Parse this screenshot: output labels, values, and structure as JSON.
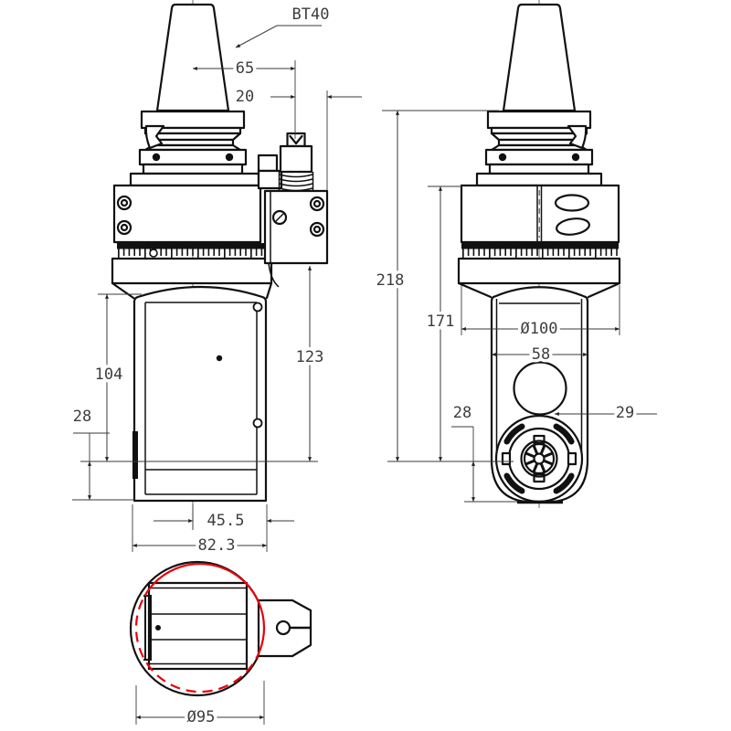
{
  "drawing": {
    "kind": "engineering-drawing",
    "colors": {
      "outline": "#111111",
      "dimension_text": "#3d3d3d",
      "accent_red": "#e8000a",
      "background": "#ffffff"
    },
    "front_view": {
      "taper_label": "BT40",
      "dims": {
        "d65": "65",
        "d20": "20",
        "d123": "123",
        "d104": "104",
        "d28": "28",
        "d45_5": "45.5",
        "d82_3": "82.3"
      }
    },
    "side_view": {
      "dims": {
        "d218": "218",
        "d171": "171",
        "d100": "Ø100",
        "d58": "58",
        "d29": "29",
        "d28": "28"
      }
    },
    "bottom_view": {
      "dims": {
        "d95": "Ø95"
      }
    }
  }
}
